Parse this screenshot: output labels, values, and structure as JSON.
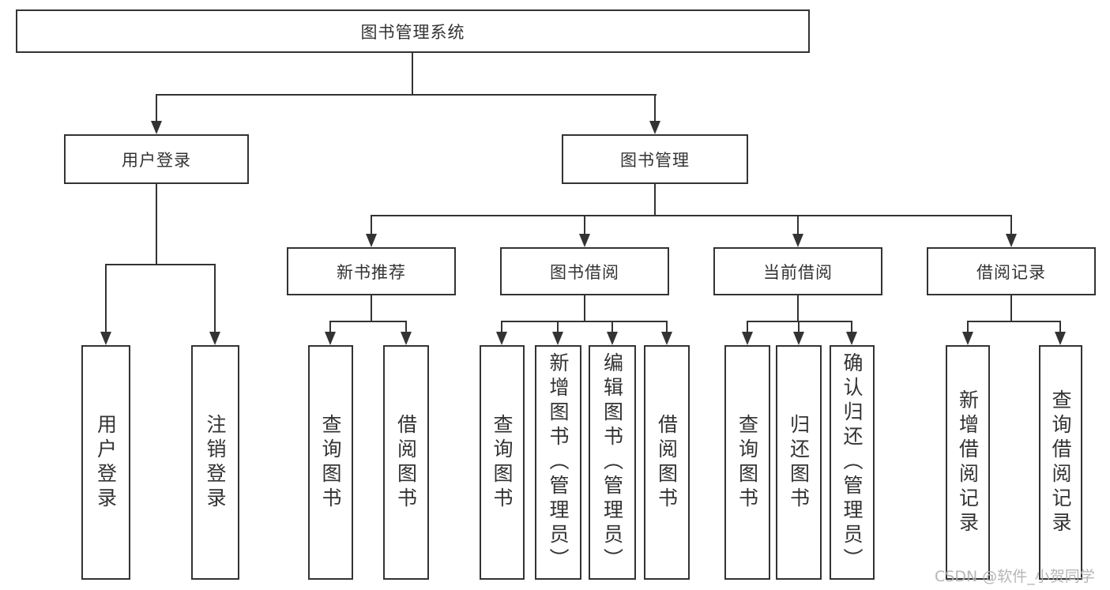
{
  "diagram": {
    "root": {
      "label": "图书管理系统"
    },
    "level2": [
      {
        "label": "用户登录"
      },
      {
        "label": "图书管理"
      }
    ],
    "level3": [
      {
        "label": "新书推荐"
      },
      {
        "label": "图书借阅"
      },
      {
        "label": "当前借阅"
      },
      {
        "label": "借阅记录"
      }
    ],
    "leaves": [
      {
        "label": "用户登录"
      },
      {
        "label": "注销登录"
      },
      {
        "label": "查询图书"
      },
      {
        "label": "借阅图书"
      },
      {
        "label": "查询图书"
      },
      {
        "label": "新增图书（管理员）"
      },
      {
        "label": "编辑图书（管理员）"
      },
      {
        "label": "借阅图书"
      },
      {
        "label": "查询图书"
      },
      {
        "label": "归还图书"
      },
      {
        "label": "确认归还（管理员）"
      },
      {
        "label": "新增借阅记录"
      },
      {
        "label": "查询借阅记录"
      }
    ],
    "watermark": {
      "text": "CSDN @软件_小贺同学"
    },
    "colors": {
      "line": "#333333",
      "box_background": "#ffffff",
      "watermark": "#b0b0b0"
    }
  }
}
